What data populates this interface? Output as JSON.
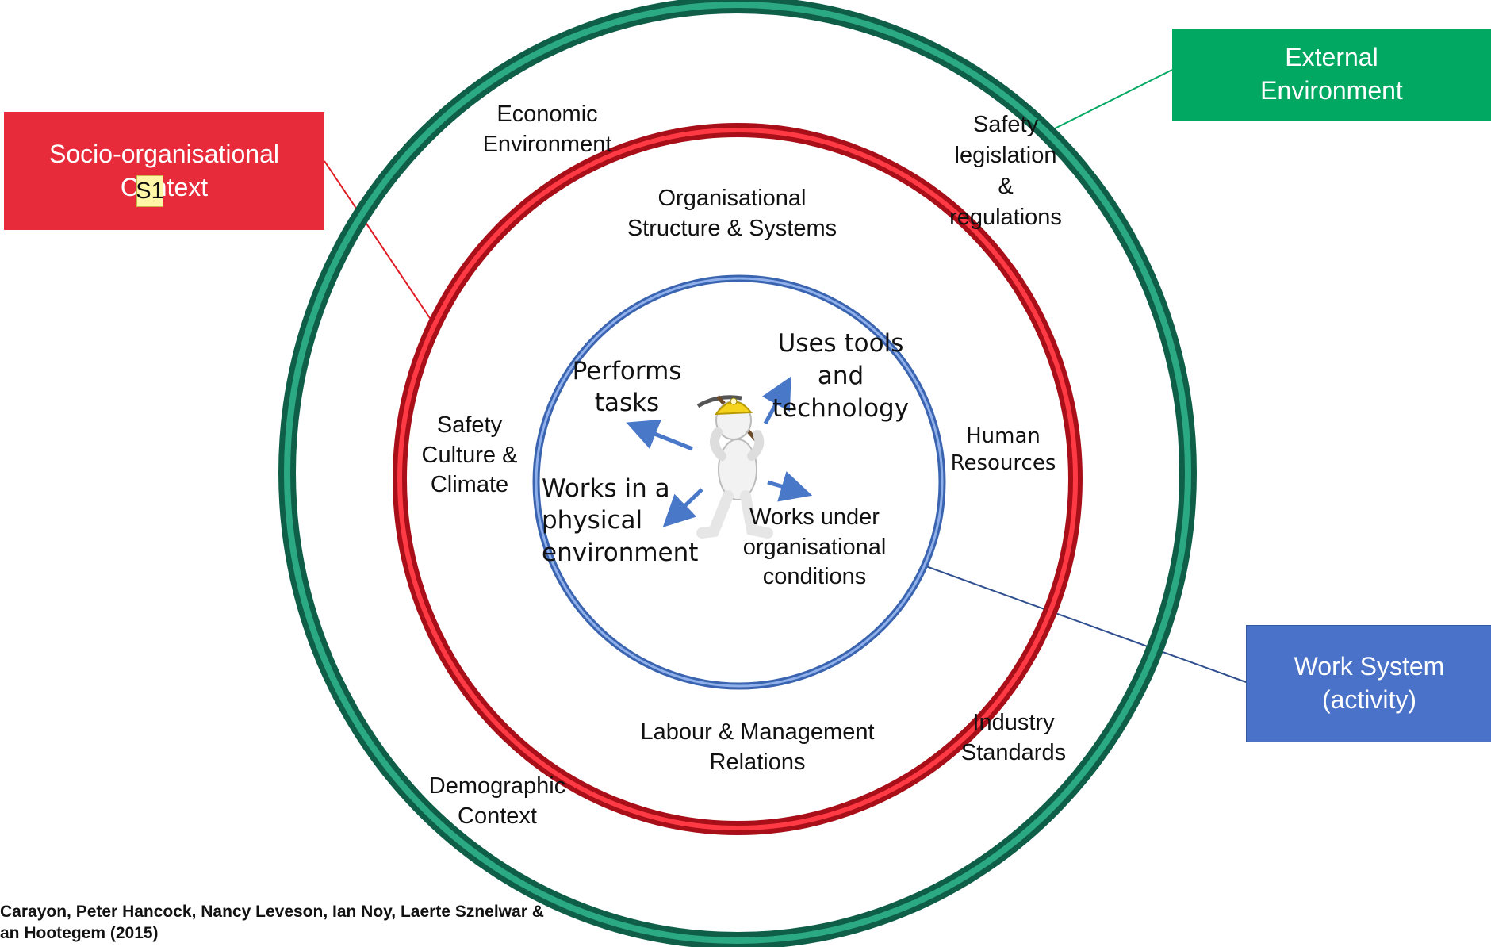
{
  "callouts": {
    "socio": {
      "text": "Socio-organisational\nContext",
      "color": "#e82b3a"
    },
    "external": {
      "text": "External\nEnvironment",
      "color": "#00a862"
    },
    "work_system": {
      "text": "Work System\n(activity)",
      "color": "#4a72c8"
    }
  },
  "comment_marker": "S1",
  "outer_ring_labels": {
    "economic": "Economic\nEnvironment",
    "safety_legislation": "Safety\nlegislation\n&\nregulations",
    "industry": "Industry\nStandards",
    "demographic": "Demographic\nContext"
  },
  "middle_ring_labels": {
    "org_structure": "Organisational\nStructure & Systems",
    "safety_culture": "Safety\nCulture &\nClimate",
    "human_resources": "Human\nResources",
    "labour": "Labour & Management\nRelations"
  },
  "inner_labels": {
    "performs": "Performs\ntasks",
    "uses_tools": "Uses tools\nand\ntechnology",
    "physical_env": "Works in a\nphysical\nenvironment",
    "org_conditions": "Works under\norganisational\nconditions"
  },
  "citation": " Carayon, Peter Hancock, Nancy Leveson, Ian Noy, Laerte Sznelwar &\nan Hootegem (2015)",
  "colors": {
    "outer_ring": "#178a6a",
    "middle_ring": "#e01b24",
    "inner_ring": "#4a78c9",
    "arrow": "#4a78c9"
  },
  "icons": {
    "worker": "miner-with-pickaxe-icon"
  }
}
